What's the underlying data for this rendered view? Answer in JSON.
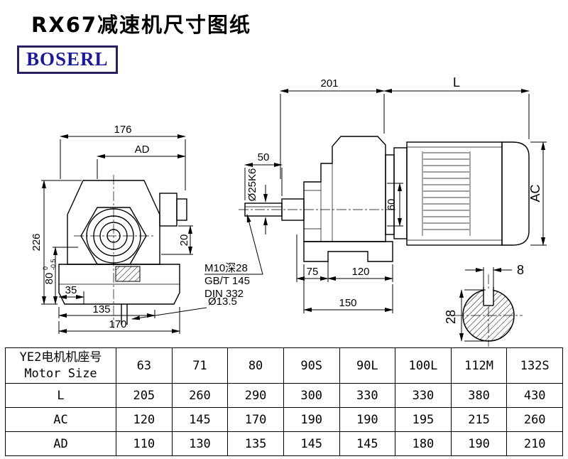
{
  "page": {
    "title": "RX67减速机尺寸图纸",
    "logo_text": "BOSERL"
  },
  "colors": {
    "logo_text": "#1a1a99",
    "logo_border": "#2a2060",
    "line": "#000000",
    "background": "#ffffff"
  },
  "drawing": {
    "front_view": {
      "dim176": "176",
      "dimAD": "AD",
      "dim226": "226",
      "dim80": "80",
      "tol_upper": "0",
      "tol_lower": "-0.5",
      "dim35": "35",
      "dim135": "135",
      "dim170": "170",
      "dim20": "20",
      "hole_label": "Ø13.5"
    },
    "side_view": {
      "dim201": "201",
      "dimL": "L",
      "dim50": "50",
      "shaft_label": "Ø25K6",
      "dim60": "60",
      "dimAC": "AC",
      "tap_line1": "M10深28",
      "tap_line2": "GB/T 145",
      "tap_line3": "DIN 332",
      "dim75": "75",
      "dim120": "120",
      "dim150": "150"
    },
    "shaft_end_view": {
      "dim8": "8",
      "dim28": "28"
    }
  },
  "table": {
    "header": {
      "motor_label_cn": "YE2电机机座号",
      "motor_label_en": "Motor Size",
      "sizes": [
        "63",
        "71",
        "80",
        "90S",
        "90L",
        "100L",
        "112M",
        "132S"
      ]
    },
    "rows": [
      {
        "label": "L",
        "values": [
          "205",
          "260",
          "290",
          "300",
          "330",
          "330",
          "380",
          "430"
        ]
      },
      {
        "label": "AC",
        "values": [
          "120",
          "145",
          "170",
          "190",
          "190",
          "195",
          "215",
          "260"
        ]
      },
      {
        "label": "AD",
        "values": [
          "110",
          "130",
          "135",
          "145",
          "145",
          "180",
          "190",
          "210"
        ]
      }
    ]
  }
}
